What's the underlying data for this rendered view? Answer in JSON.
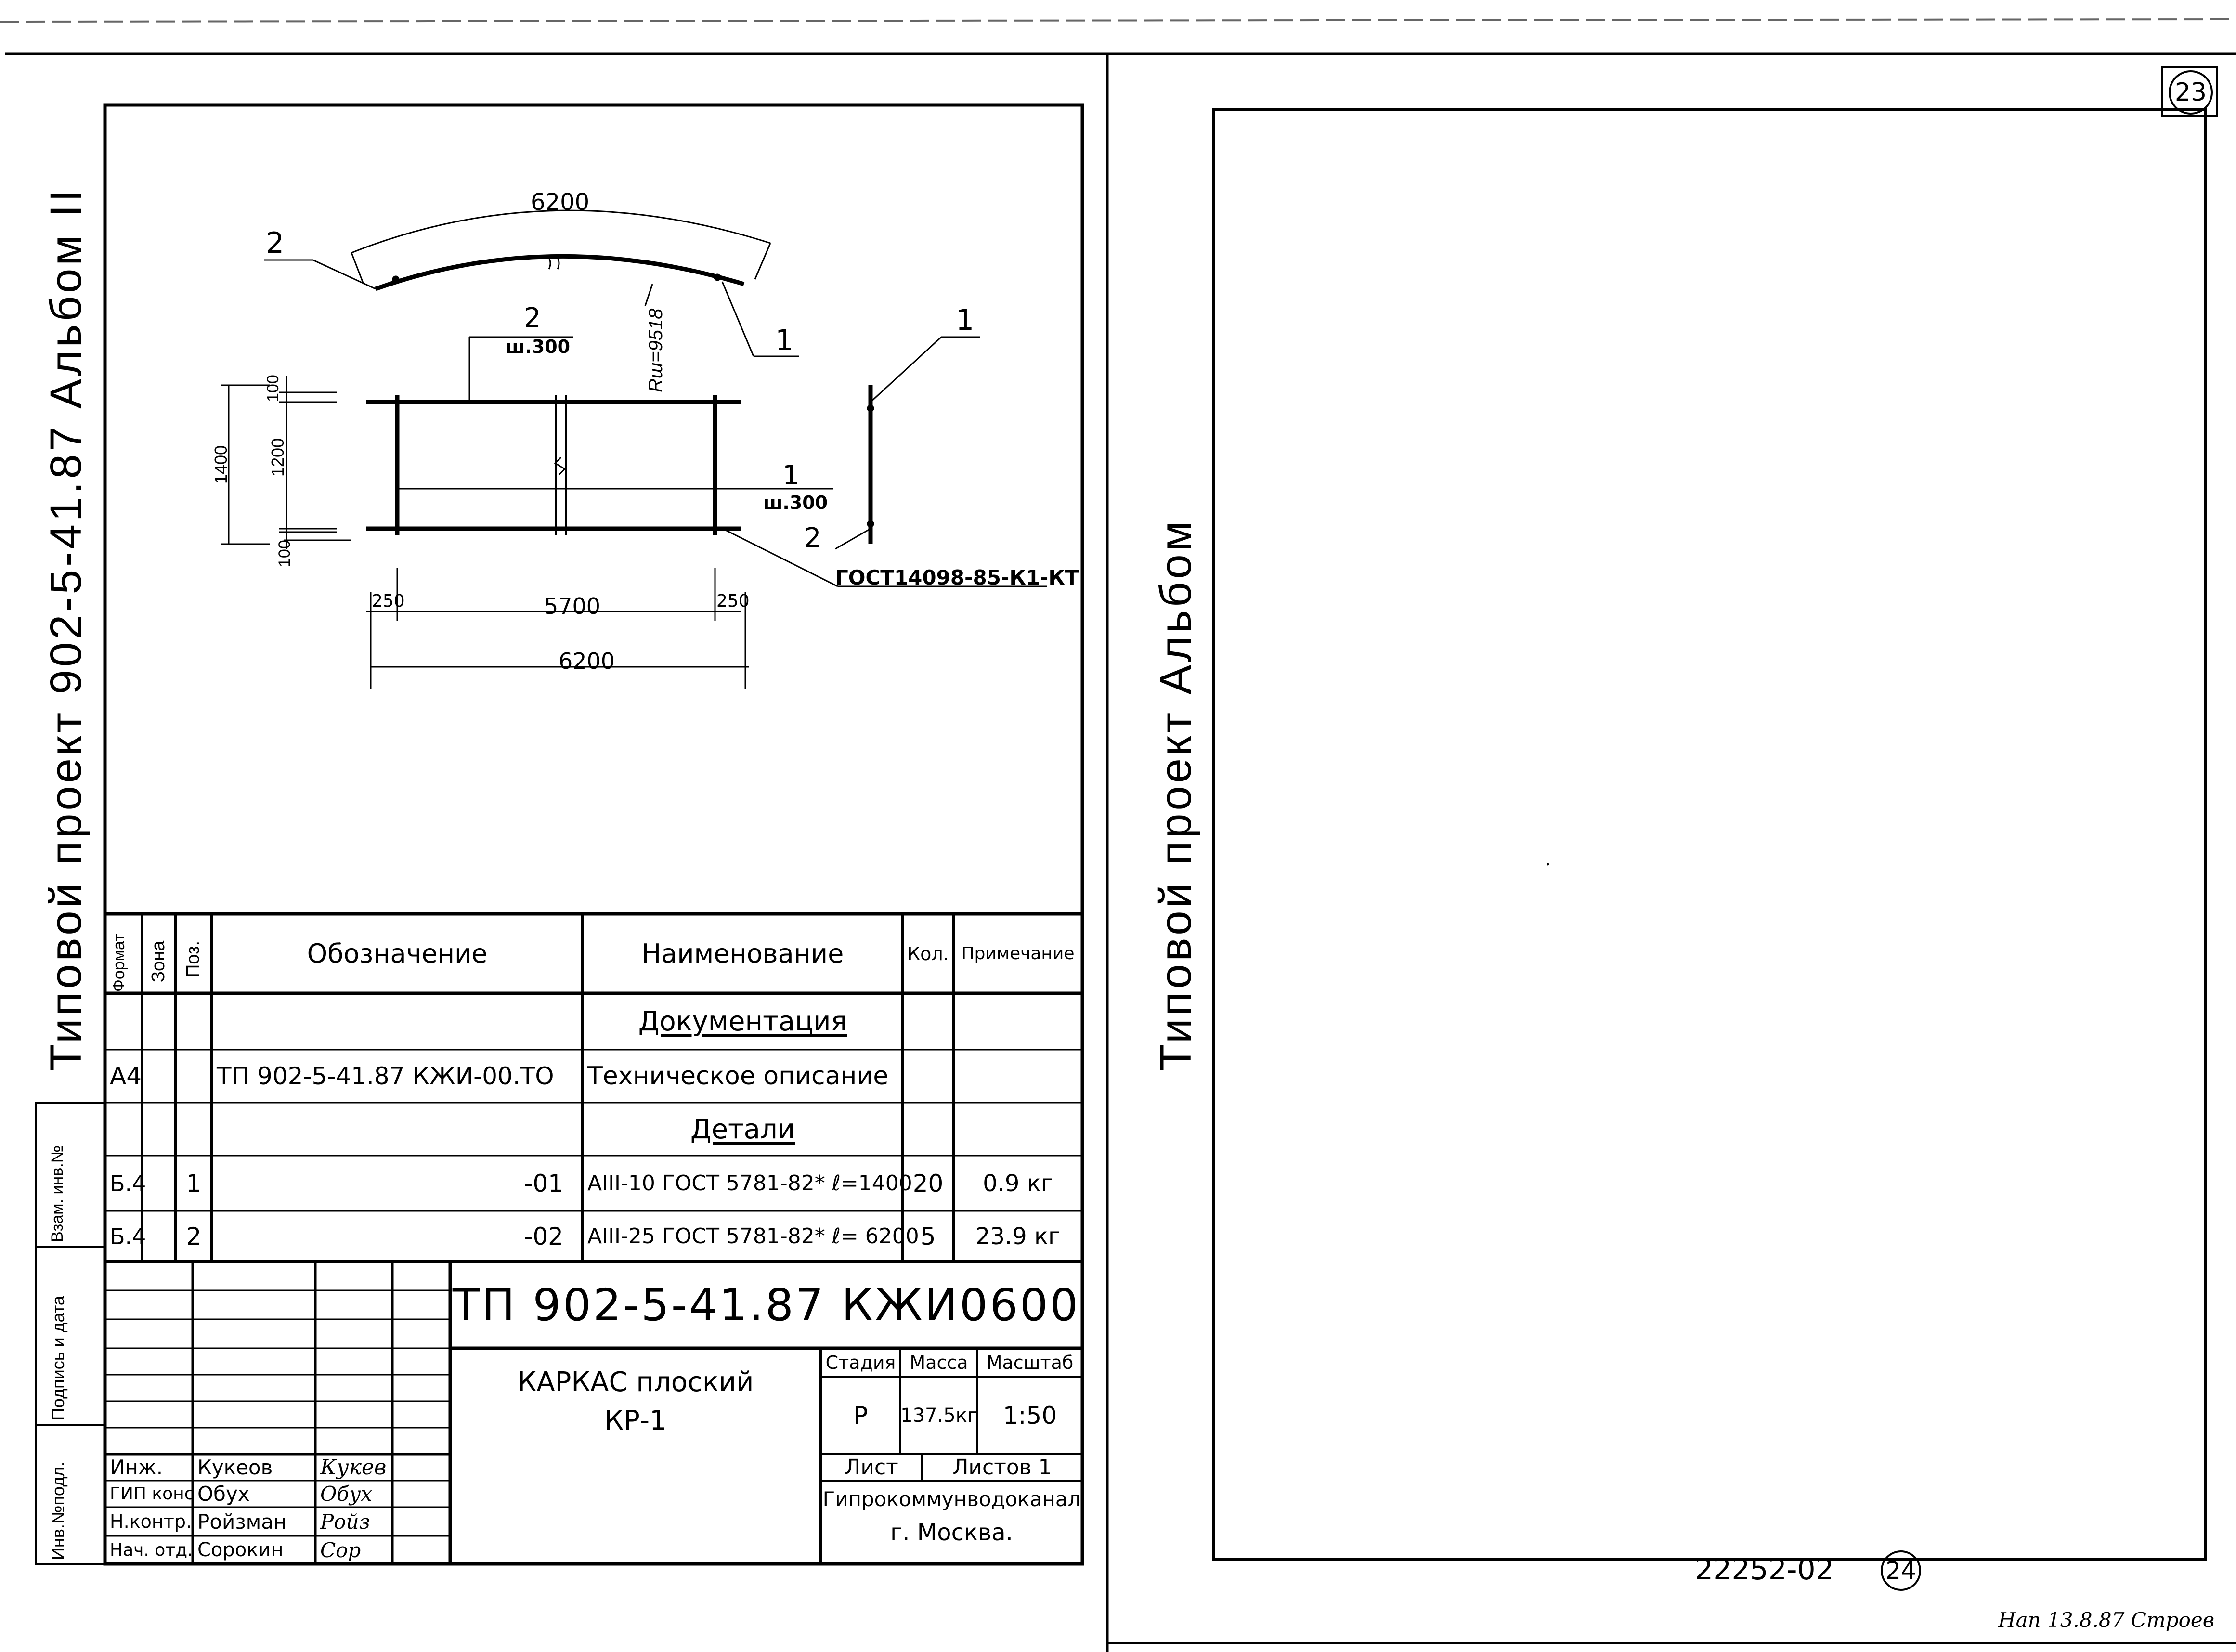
{
  "left_sheet": {
    "side_title": "Типовой  проект 902-5-41.87 Альбом II",
    "drawing": {
      "top_dim": "6200",
      "radius": "Rш=9518",
      "pos_top_left": "2",
      "pos_top_right": "1",
      "pos_mid": "2",
      "pitch_mid": "ш.300",
      "pos_side_right": "1",
      "pos_right_1": "1",
      "pitch_right": "ш.300",
      "pos_right_2": "2",
      "weld_note": "ГОСТ14098-85-К1-КТ",
      "dim_1400": "1400",
      "dim_1200": "1200",
      "dim_100_top": "100",
      "dim_100_bottom": "100",
      "dim_250_left": "250",
      "dim_5700": "5700",
      "dim_250_right": "250",
      "dim_6200_bottom": "6200"
    },
    "spec": {
      "headers": {
        "format": "Формат",
        "zone": "Зона",
        "pos": "Поз.",
        "designation": "Обозначение",
        "name": "Наименование",
        "qty": "Кол.",
        "note": "Примечание"
      },
      "section_docs": "Документация",
      "row_doc": {
        "format": "А4",
        "designation": "ТП 902-5-41.87   КЖИ-00.ТО",
        "name": "Техническое описание"
      },
      "section_parts": "Детали",
      "rows": [
        {
          "format": "Б.4",
          "pos": "1",
          "designation": "-01",
          "name": "АIII-10 ГОСТ 5781-82* ℓ=1400",
          "qty": "20",
          "note": "0.9 кг"
        },
        {
          "format": "Б.4",
          "pos": "2",
          "designation": "-02",
          "name": "АIII-25 ГОСТ 5781-82* ℓ= 6200",
          "qty": "5",
          "note": "23.9 кг"
        }
      ]
    },
    "title_block": {
      "code": "ТП 902-5-41.87 КЖИ0600",
      "name_line1": "КАРКАС плоский",
      "name_line2": "КР-1",
      "stage_h": "Стадия",
      "mass_h": "Масса",
      "scale_h": "Масштаб",
      "stage": "Р",
      "mass": "137.5кг",
      "scale": "1:50",
      "sheet_label": "Лист",
      "sheets_label": "Листов 1",
      "org": "Гипрокоммунводоканал",
      "city": "г. Москва.",
      "people": [
        {
          "role": "Инж.",
          "name": "Кукеов",
          "sign": "Кукев"
        },
        {
          "role": "ГИП конс",
          "name": "Обух",
          "sign": "Обух"
        },
        {
          "role": "Н.контр.",
          "name": "Ройзман",
          "sign": "Ройз"
        },
        {
          "role": "Нач. отд.",
          "name": "Сорокин",
          "sign": "Сор"
        }
      ]
    },
    "side_stamp": {
      "inv_podl": "Инв.№подл.",
      "sign_date": "Подпись и дата",
      "vzam": "Взам. инв.№"
    }
  },
  "right_sheet": {
    "sheet_no": "23",
    "side_title": "Типовой  проект  Альбом",
    "footer_code": "22252-02",
    "footer_no": "24",
    "footer_sign": "Нап 13.8.87 Строев"
  }
}
